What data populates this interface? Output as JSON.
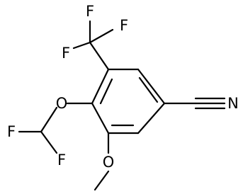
{
  "molecule": {
    "atoms": {
      "f_top": "F",
      "f_left": "F",
      "f_right": "F",
      "o_ether": "O",
      "f_difluoro_left": "F",
      "f_difluoro_bottom": "F",
      "n_nitrile": "N",
      "o_methoxy": "O"
    }
  }
}
